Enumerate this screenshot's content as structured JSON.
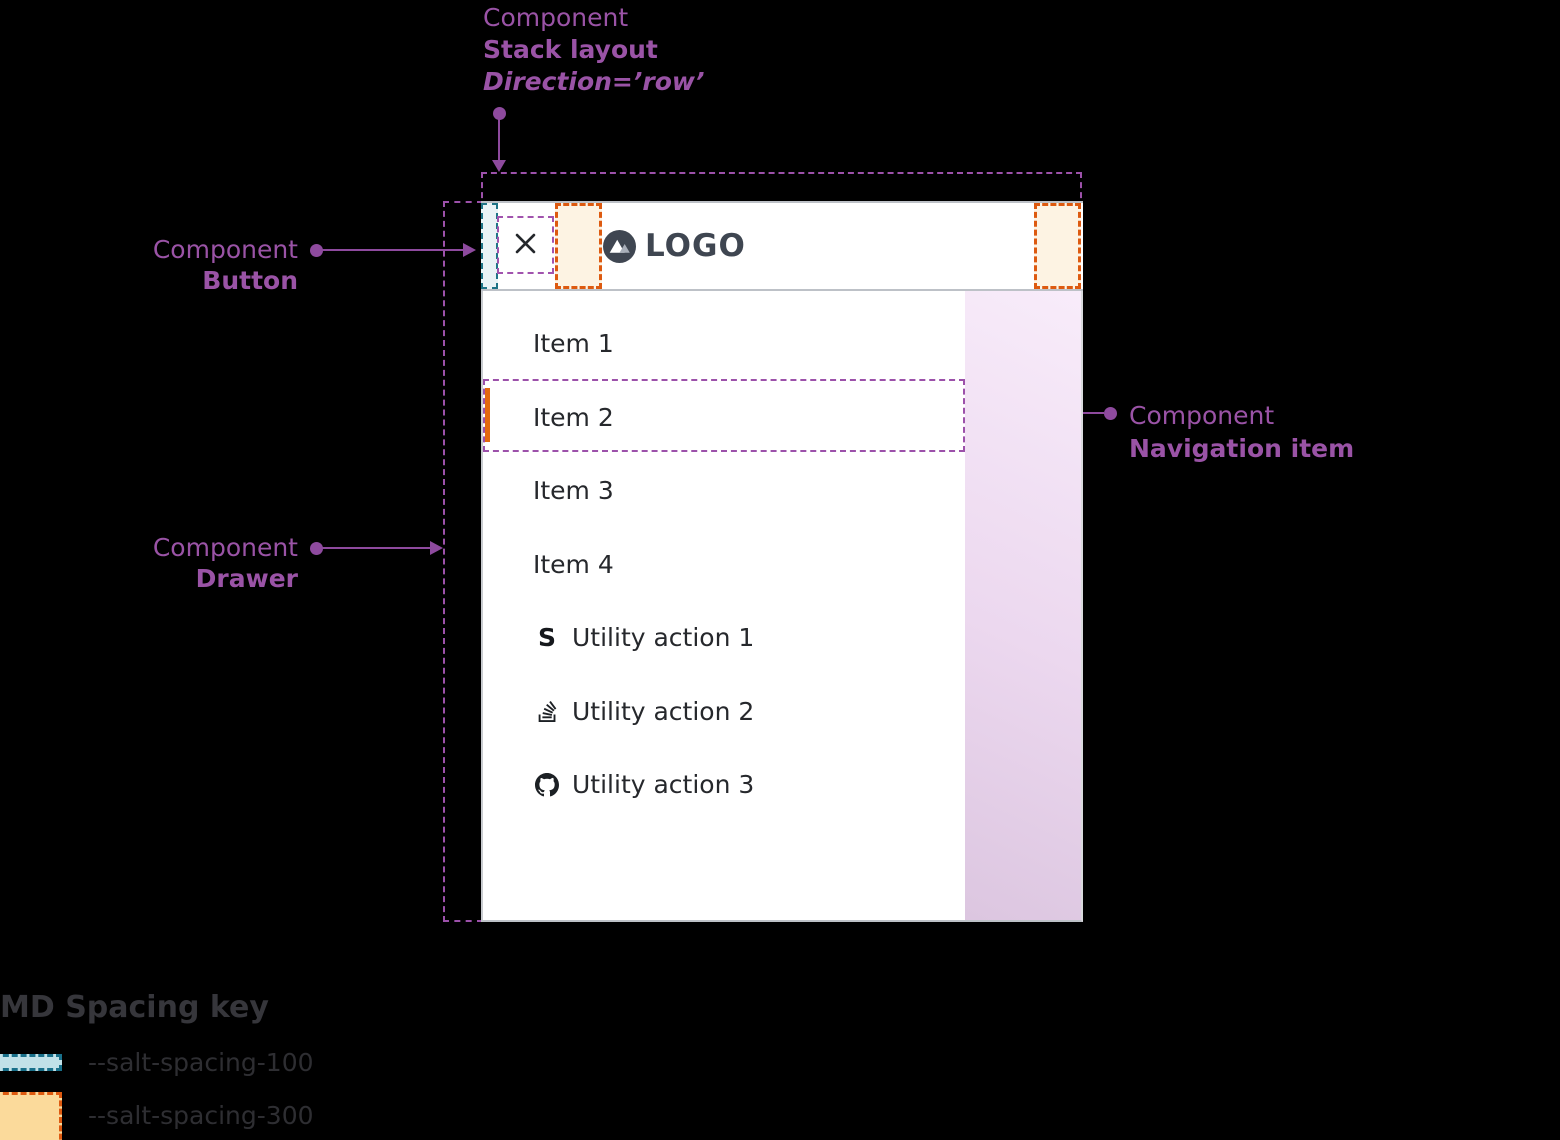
{
  "annotations": {
    "stack_layout": {
      "eyebrow": "Component",
      "title": "Stack layout",
      "subtitle": "Direction=’row’"
    },
    "button": {
      "eyebrow": "Component",
      "title": "Button"
    },
    "drawer": {
      "eyebrow": "Component",
      "title": "Drawer"
    },
    "navigation_item": {
      "eyebrow": "Component",
      "title": "Navigation item"
    }
  },
  "app": {
    "logo_text": "LOGO",
    "symphony_glyph": "S",
    "nav_items": [
      {
        "label": "Item 1",
        "selected": false
      },
      {
        "label": "Item 2",
        "selected": true
      },
      {
        "label": "Item 3",
        "selected": false
      },
      {
        "label": "Item 4",
        "selected": false
      }
    ],
    "utility_actions": [
      {
        "label": "Utility action 1",
        "icon": "symphony-icon"
      },
      {
        "label": "Utility action 2",
        "icon": "stack-overflow-icon"
      },
      {
        "label": "Utility action 3",
        "icon": "github-icon"
      }
    ]
  },
  "legend": {
    "title": "MD Spacing key",
    "entries": [
      {
        "label": "--salt-spacing-100",
        "swatch": "teal"
      },
      {
        "label": "--salt-spacing-300",
        "swatch": "orange"
      }
    ]
  },
  "colors": {
    "annotation_purple": "#9c51aa",
    "spacing_100_teal_border": "#19708a",
    "spacing_100_teal_fill": "#c1e1e8",
    "spacing_300_orange_border": "#dd5a10",
    "spacing_300_orange_fill": "#fbda9b",
    "selected_item_bar": "#e2690f",
    "backdrop_pink": "#e8d3ec",
    "header_border_gray": "#bdc1c7"
  }
}
